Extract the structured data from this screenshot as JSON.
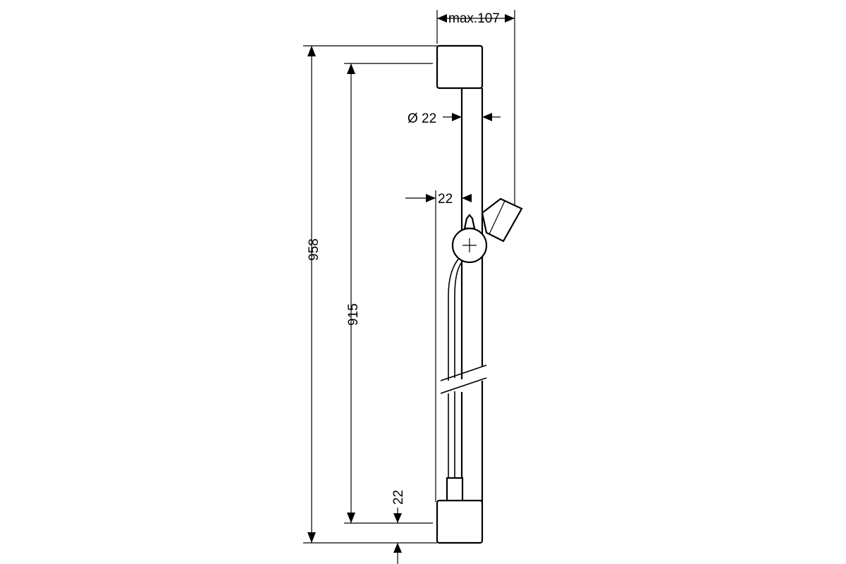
{
  "dimensions": {
    "max_width": "max.107",
    "tube_diameter": "Ø 22",
    "slider_offset": "22",
    "overall_height": "958",
    "bracket_spacing": "915",
    "bottom_offset": "22"
  }
}
